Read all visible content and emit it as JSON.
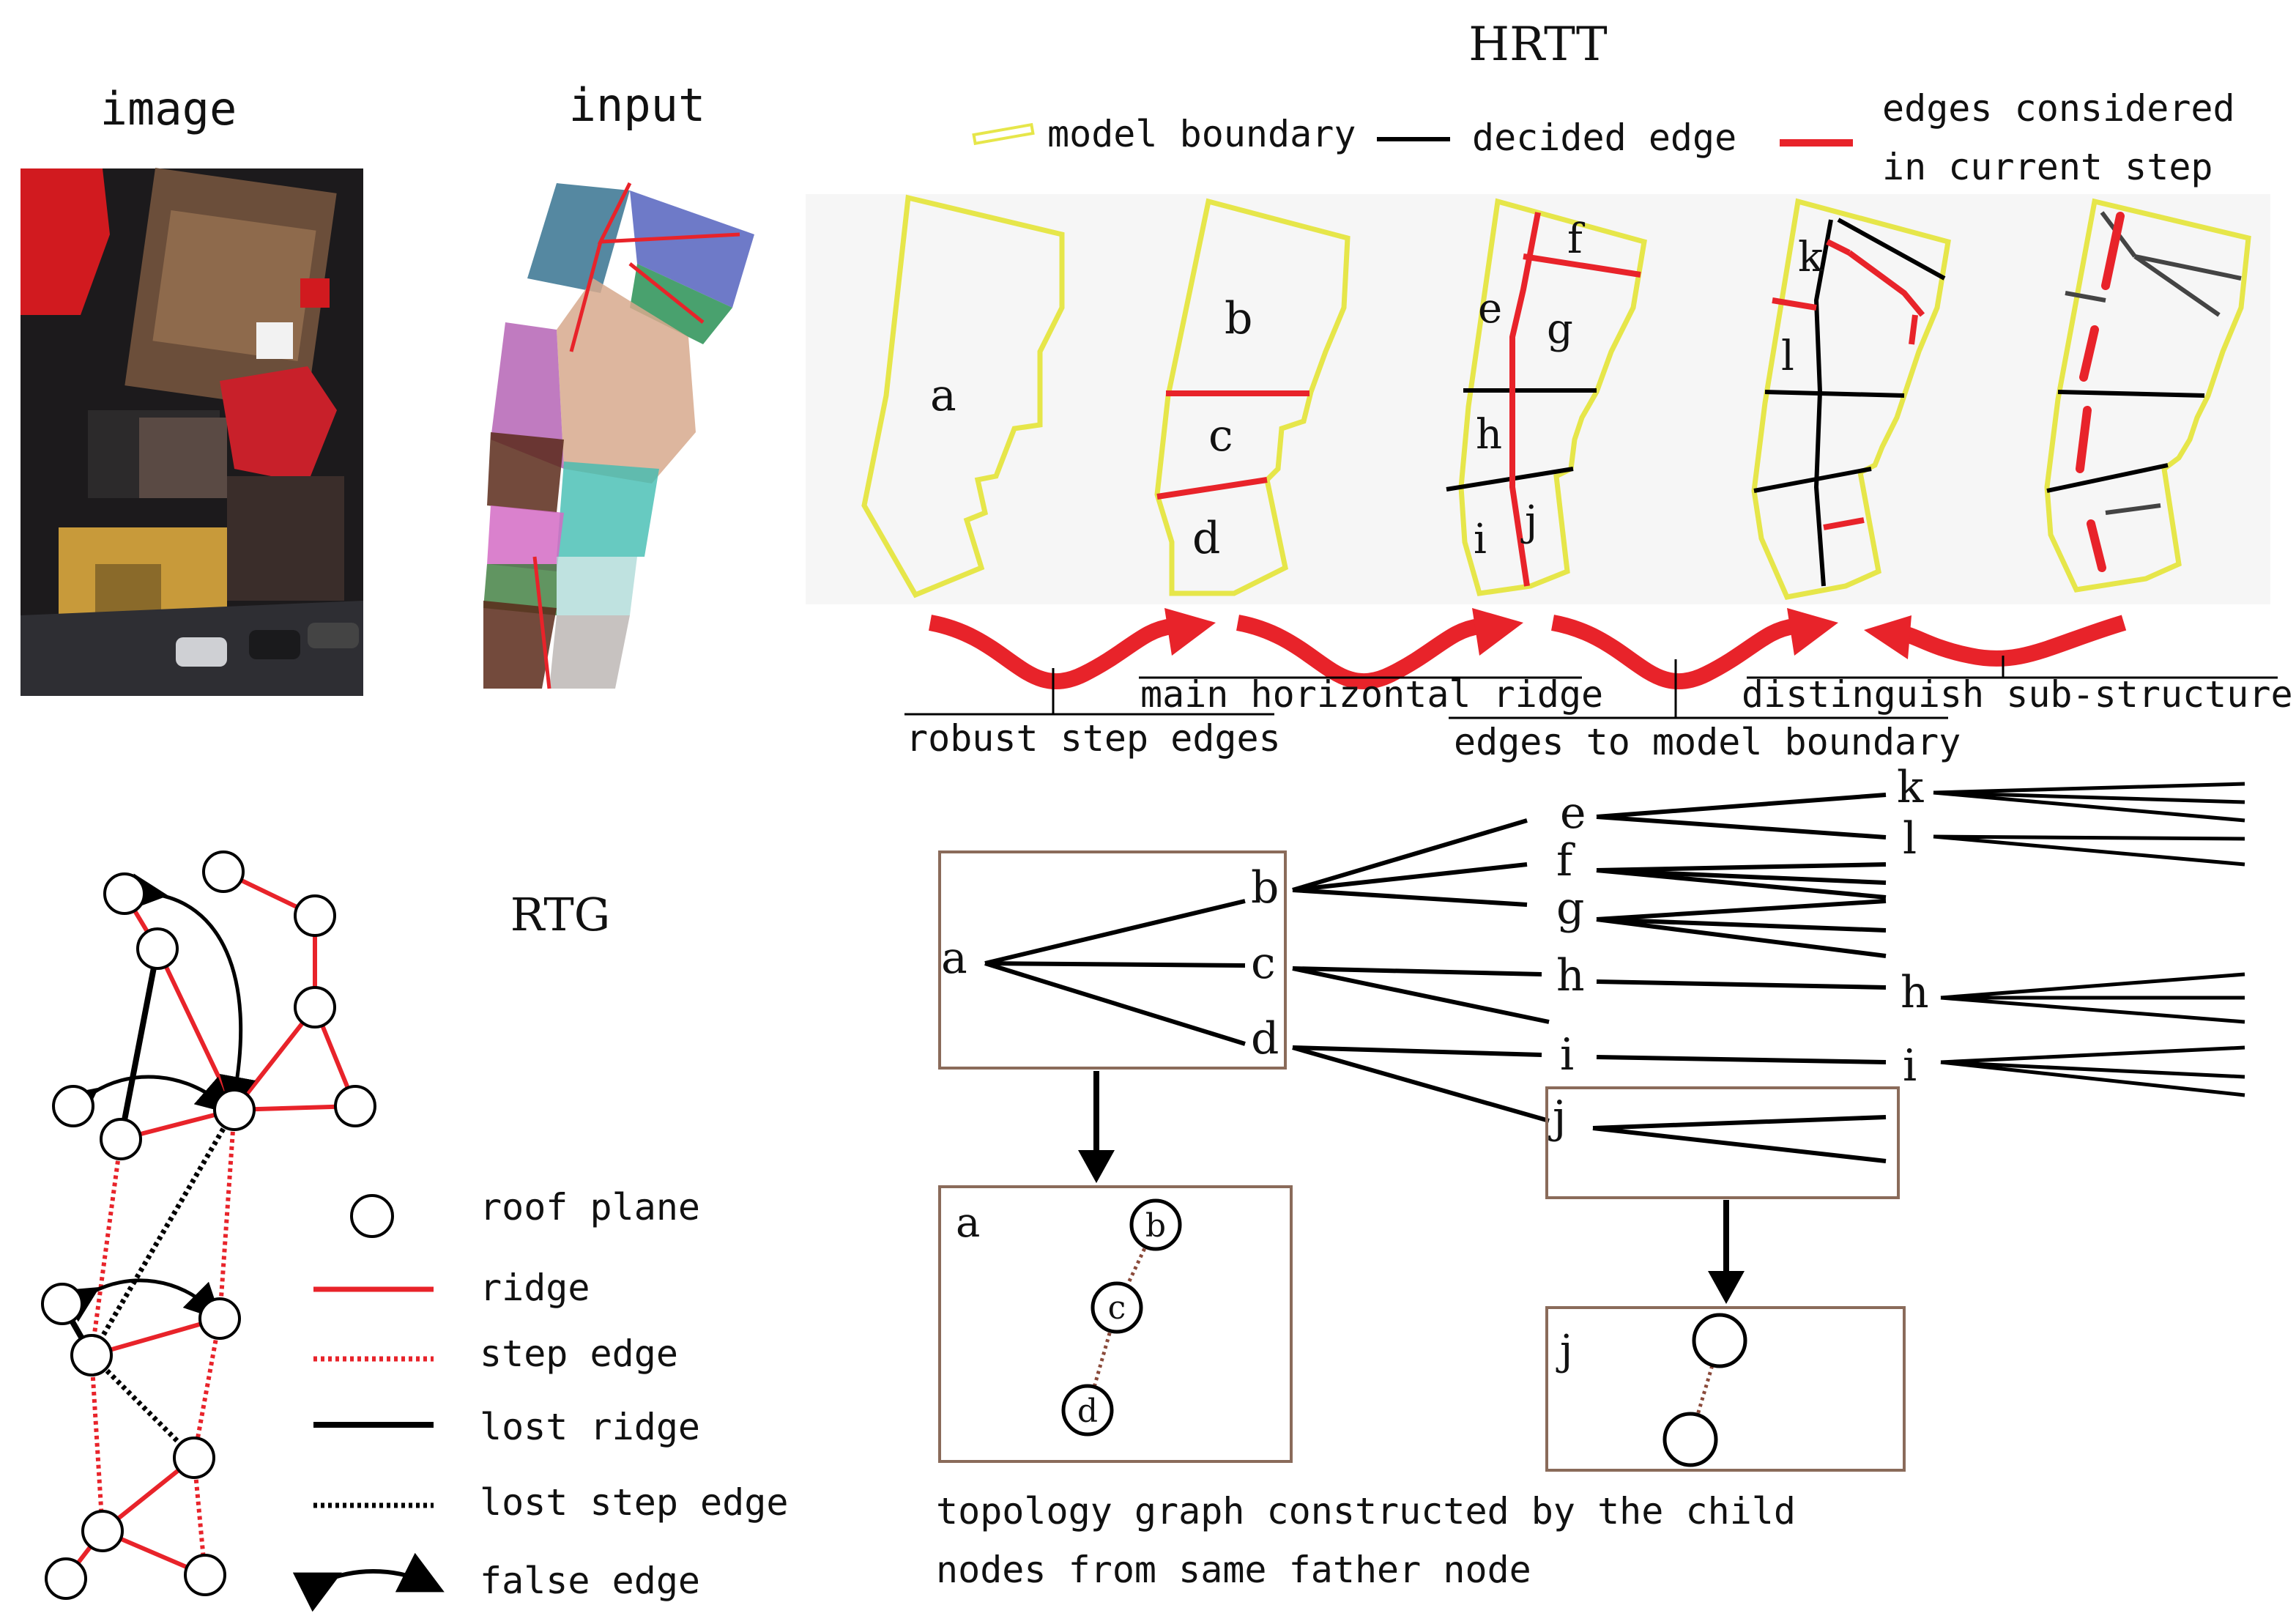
{
  "panels": {
    "image_title": "image",
    "input_title": "input",
    "hrtt_title": "HRTT",
    "rtg_title": "RTG"
  },
  "hrtt_legend": {
    "model_boundary": "model boundary",
    "decided_edge": "decided edge",
    "considered_line1": "edges considered",
    "considered_line2": "in current step",
    "colors": {
      "boundary": "#e6e64a",
      "decided": "#000000",
      "considered": "#e8232a"
    }
  },
  "hrtt_steps": {
    "robust": "robust step edges",
    "main_ridge": "main horizontal ridge",
    "model_boundary": "edges to model boundary",
    "sub_structure": "distinguish sub-structure"
  },
  "region_labels": {
    "a": "a",
    "b": "b",
    "c": "c",
    "d": "d",
    "e": "e",
    "f": "f",
    "g": "g",
    "h": "h",
    "i": "i",
    "j": "j",
    "k": "k",
    "l": "l"
  },
  "tree": {
    "a": "a",
    "b": "b",
    "c": "c",
    "d": "d",
    "e": "e",
    "f": "f",
    "g": "g",
    "h": "h",
    "i": "i",
    "j": "j",
    "k": "k",
    "l": "l",
    "h2": "h",
    "i2": "i"
  },
  "subgraph": {
    "a_box_label": "a",
    "node_b": "b",
    "node_c": "c",
    "node_d": "d",
    "j_box_label": "j"
  },
  "caption": {
    "line1": "topology graph constructed by the child",
    "line2": "nodes from same father node"
  },
  "rtg_legend": {
    "roof_plane": "roof plane",
    "ridge": "ridge",
    "step_edge": "step edge",
    "lost_ridge": "lost ridge",
    "lost_step_edge": "lost step edge",
    "false_edge": "false edge"
  }
}
